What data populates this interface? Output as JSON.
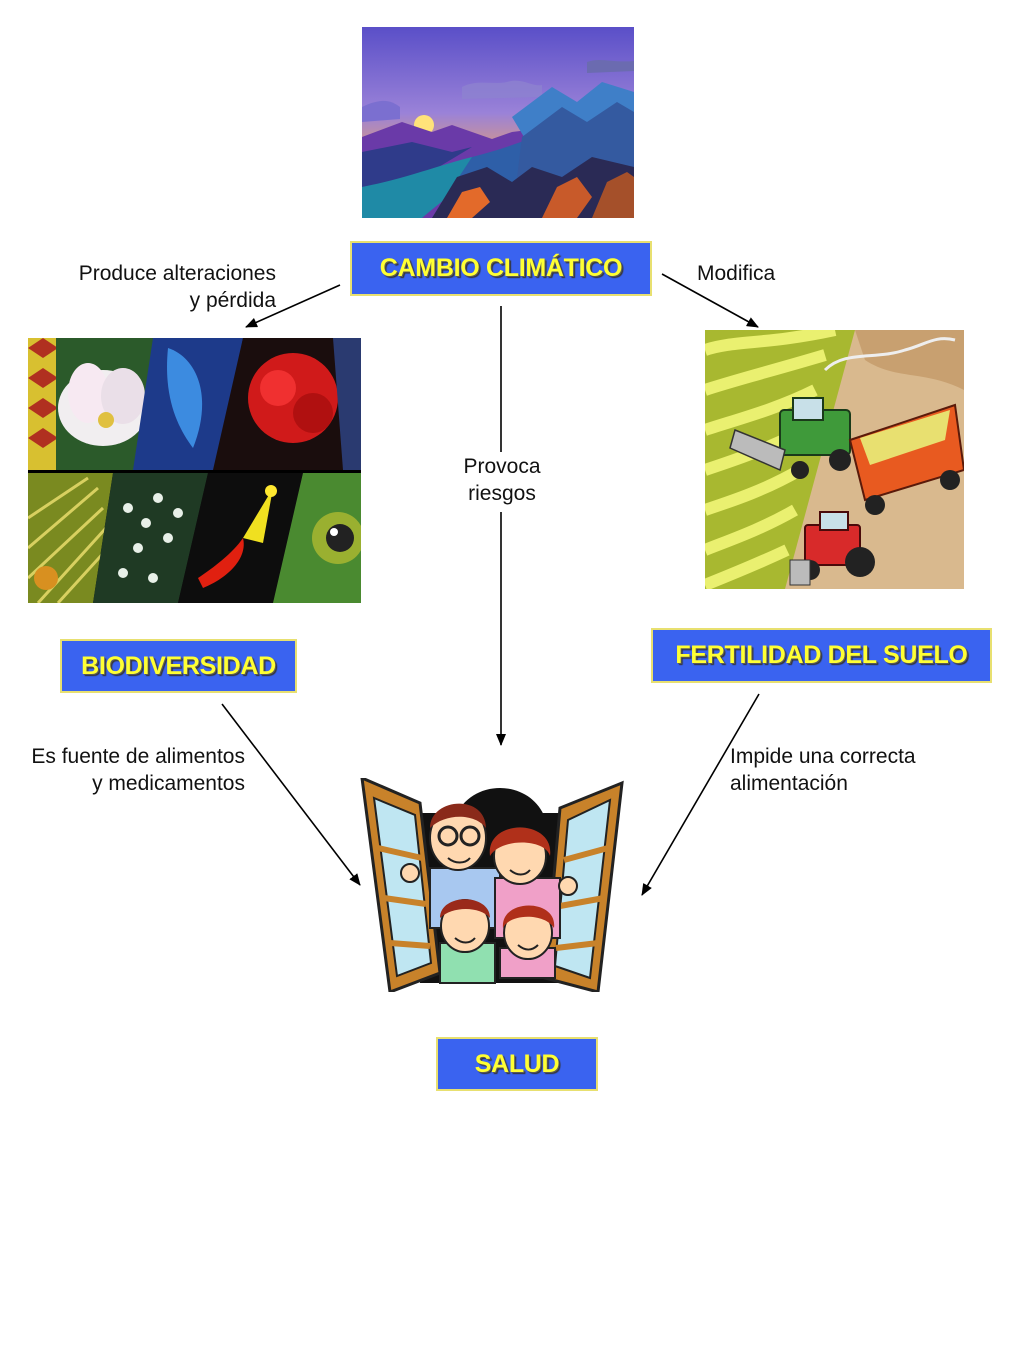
{
  "nodes": {
    "cambio": "CAMBIO CLIMÁTICO",
    "biodiversidad": "BIODIVERSIDAD",
    "fertilidad": "FERTILIDAD DEL SUELO",
    "salud": "SALUD"
  },
  "edges": {
    "produce": [
      "Produce alteraciones",
      "y pérdida"
    ],
    "modifica": [
      "Modifica"
    ],
    "provoca": [
      "Provoca",
      "riesgos"
    ],
    "fuente": [
      "Es fuente de alimentos",
      "y medicamentos"
    ],
    "impide": [
      "Impide una correcta",
      "alimentación"
    ]
  },
  "colors": {
    "node_fill": "#3a63f0",
    "node_text": "#ffff33",
    "node_border": "#e8e070"
  }
}
